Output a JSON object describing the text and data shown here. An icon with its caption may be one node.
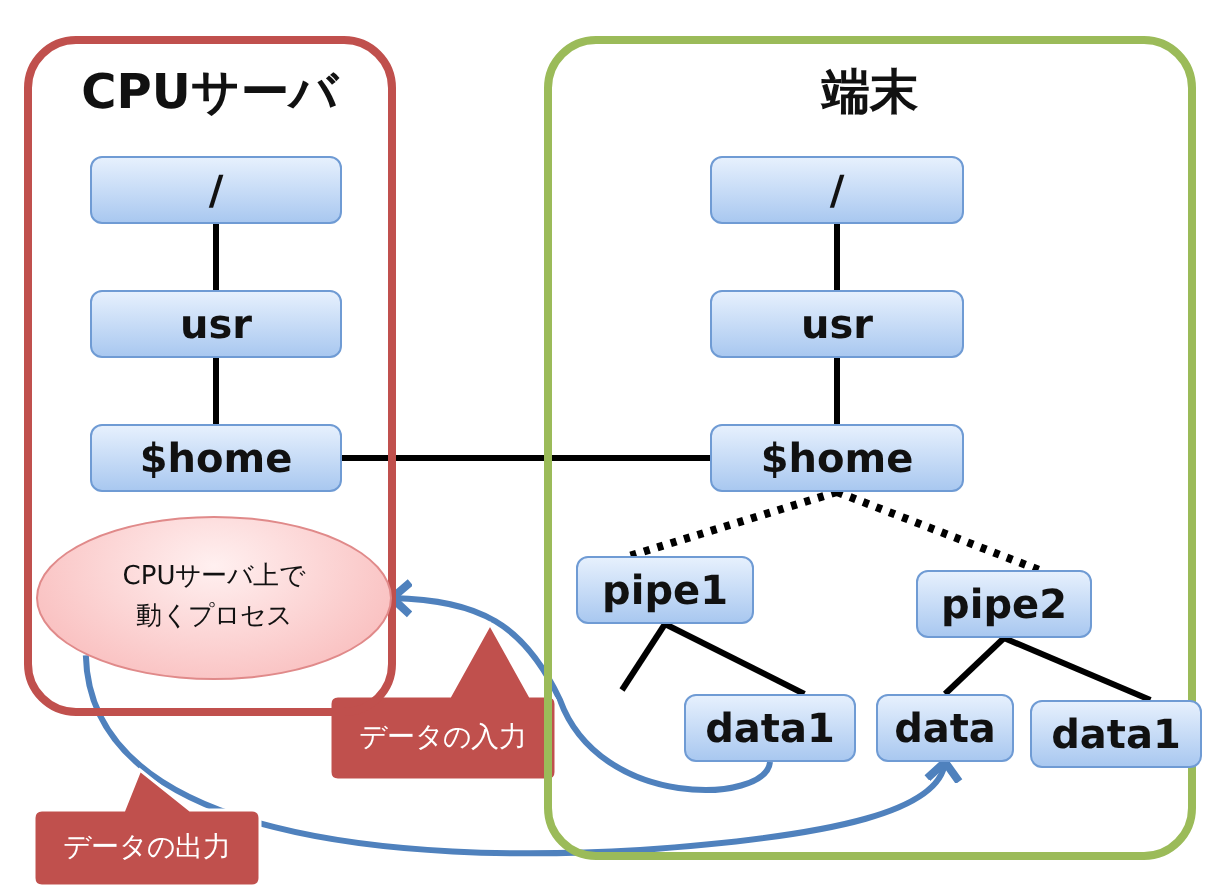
{
  "diagram": {
    "nodes": [
      {
        "text": [
          "CPUサーバ"
        ]
      },
      {
        "text": [
          "/"
        ],
        "in": 0
      },
      {
        "text": [
          "usr"
        ],
        "in": 0
      },
      {
        "text": [
          "$home"
        ],
        "in": 0
      },
      {
        "text": [
          "CPUサーバ上で動くプロセス"
        ],
        "in": 0
      },
      {
        "text": [
          "端末"
        ]
      },
      {
        "text": [
          "/"
        ],
        "in": 5
      },
      {
        "text": [
          "usr"
        ],
        "in": 5
      },
      {
        "text": [
          "$home"
        ],
        "in": 5
      },
      {
        "text": [
          "pipe1"
        ],
        "in": 5
      },
      {
        "text": [
          "pipe2"
        ],
        "in": 5
      },
      {
        "text": [
          "data1"
        ],
        "in": 5
      },
      {
        "text": [
          "data"
        ],
        "in": 5
      },
      {
        "text": [
          "data1"
        ],
        "in": 5
      }
    ],
    "edges": [
      {
        "from": 1,
        "to": 2,
        "arrow": "none"
      },
      {
        "from": 2,
        "to": 3,
        "arrow": "none"
      },
      {
        "from": 6,
        "to": 7,
        "arrow": "none"
      },
      {
        "from": 7,
        "to": 8,
        "arrow": "none"
      },
      {
        "from": 3,
        "to": 8,
        "arrow": "none"
      },
      {
        "from": 8,
        "to": 9,
        "arrow": "none",
        "style": "dashed"
      },
      {
        "from": 8,
        "to": 10,
        "arrow": "none",
        "style": "dashed"
      },
      {
        "from": 9,
        "to": 11,
        "arrow": "none"
      },
      {
        "from": 9,
        "to": null,
        "arrow": "none"
      },
      {
        "from": 10,
        "to": 12,
        "arrow": "none"
      },
      {
        "from": 10,
        "to": 13,
        "arrow": "none"
      },
      {
        "from": 11,
        "to": 4,
        "arrow": "to",
        "color": "#4f81bd"
      },
      {
        "from": 4,
        "to": 12,
        "arrow": "to",
        "color": "#4f81bd"
      }
    ],
    "labels": [
      "データの入力",
      "データの出力"
    ]
  }
}
